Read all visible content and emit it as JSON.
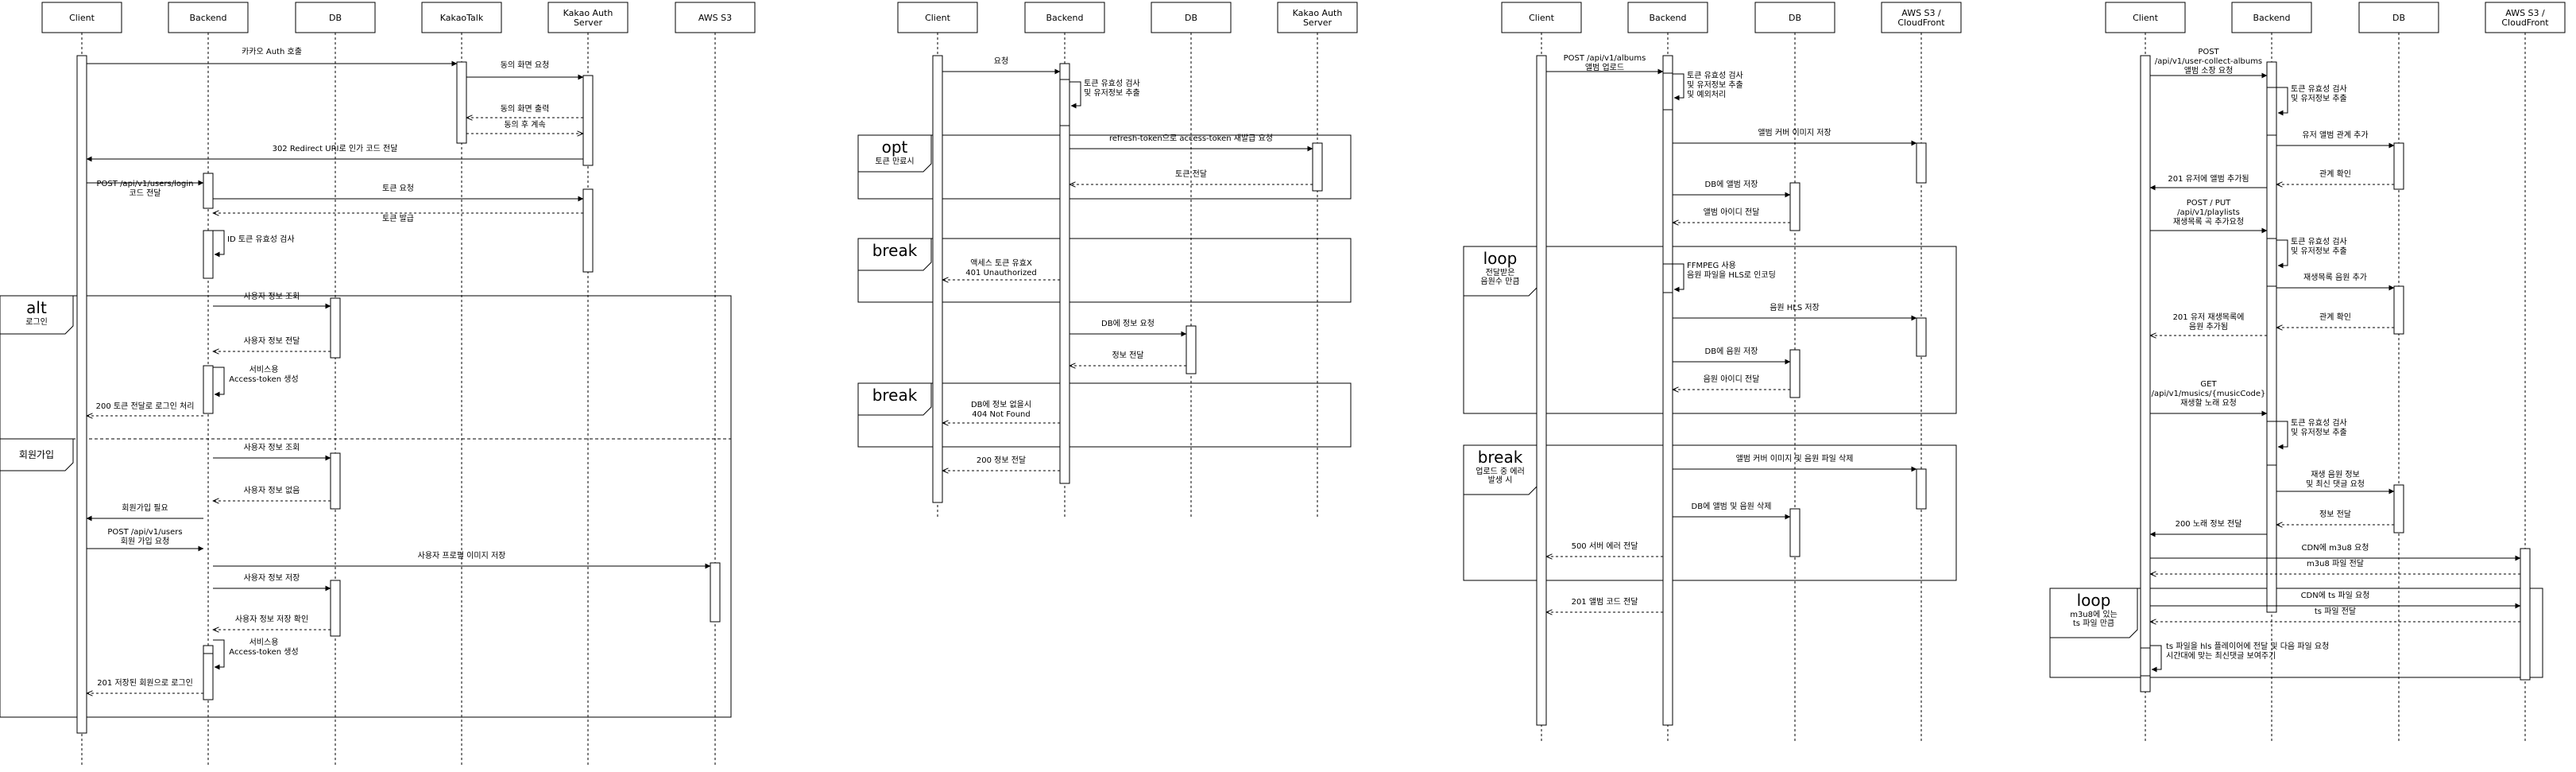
{
  "diagrams": [
    {
      "id": "login",
      "participants": [
        "Client",
        "Backend",
        "DB",
        "KakaoTalk",
        "Kakao Auth\nServer",
        "AWS S3"
      ],
      "messages": [
        {
          "text": "카카오 Auth 호출"
        },
        {
          "text": "동의 화면 요청"
        },
        {
          "text": "동의 화면 출력"
        },
        {
          "text": "동의 후 계속"
        },
        {
          "text": "302 Redirect URI로 인가 코드 전달"
        },
        {
          "text": "POST /api/v1/users/login\n코드 전달"
        },
        {
          "text": "토큰 요청"
        },
        {
          "text": "토큰 발급"
        },
        {
          "text": "ID 토큰 유효성 검사"
        },
        {
          "text": "사용자 정보 조회"
        },
        {
          "text": "사용자 정보 전달"
        },
        {
          "text": "서비스용\nAccess-token 생성"
        },
        {
          "text": "200 토큰 전달로 로그인 처리"
        },
        {
          "text": "사용자 정보 조회"
        },
        {
          "text": "사용자 정보 없음"
        },
        {
          "text": "회원가입 필요"
        },
        {
          "text": "POST /api/v1/users\n회원 가입 요청"
        },
        {
          "text": "사용자 프로필 이미지 저장"
        },
        {
          "text": "사용자 정보 저장"
        },
        {
          "text": "사용자 정보 저장 확인"
        },
        {
          "text": "서비스용\nAccess-token 생성"
        },
        {
          "text": "201 저장된 회원으로 로그인"
        }
      ],
      "fragments": [
        {
          "keyword": "alt",
          "condition": "로그인"
        },
        {
          "keyword": "",
          "condition": "회원가입"
        }
      ]
    },
    {
      "id": "token",
      "participants": [
        "Client",
        "Backend",
        "DB",
        "Kakao Auth\nServer"
      ],
      "messages": [
        {
          "text": "요청"
        },
        {
          "text": "토큰 유효성 검사\n및 유저정보 추출"
        },
        {
          "text": "refresh-token으로 access-token 재발급 요청"
        },
        {
          "text": "토큰 전달"
        },
        {
          "text": "액세스 토큰 유효X\n401 Unauthorized"
        },
        {
          "text": "DB에 정보 요청"
        },
        {
          "text": "정보 전달"
        },
        {
          "text": "DB에 정보 없을시\n404 Not Found"
        },
        {
          "text": "200 정보 전달"
        }
      ],
      "fragments": [
        {
          "keyword": "opt",
          "condition": "토큰 만료시"
        },
        {
          "keyword": "break",
          "condition": ""
        },
        {
          "keyword": "break",
          "condition": ""
        }
      ]
    },
    {
      "id": "album",
      "participants": [
        "Client",
        "Backend",
        "DB",
        "AWS S3 /\nCloudFront"
      ],
      "messages": [
        {
          "text": "POST /api/v1/albums\n앨범 업로드"
        },
        {
          "text": "토큰 유효성 검사\n및 유저정보 추출\n및 예외처리"
        },
        {
          "text": "앨범 커버 이미지 저장"
        },
        {
          "text": "DB에 앨범 저장"
        },
        {
          "text": "앨범 아이디 전달"
        },
        {
          "text": "FFMPEG 사용\n음원 파일을 HLS로 인코딩"
        },
        {
          "text": "음원 HLS 저장"
        },
        {
          "text": "DB에 음원 저장"
        },
        {
          "text": "음원 아이디 전달"
        },
        {
          "text": "앨범 커버 이미지 및 음원 파일 삭제"
        },
        {
          "text": "DB에 앨범 및 음원 삭제"
        },
        {
          "text": "500 서버 에러 전달"
        },
        {
          "text": "201 앨범 코드 전달"
        }
      ],
      "fragments": [
        {
          "keyword": "loop",
          "condition": "전달받은\n음원수 만큼"
        },
        {
          "keyword": "break",
          "condition": "업로드 중 에러\n발생 시"
        }
      ]
    },
    {
      "id": "music",
      "participants": [
        "Client",
        "Backend",
        "DB",
        "AWS S3 /\nCloudFront"
      ],
      "messages": [
        {
          "text": "POST\n/api/v1/user-collect-albums\n앨범 소장 요청"
        },
        {
          "text": "토큰 유효성 검사\n및 유저정보 추출"
        },
        {
          "text": "유저 앨범 관계 추가"
        },
        {
          "text": "관계 확인"
        },
        {
          "text": "201 유저에 앨범 추가됨"
        },
        {
          "text": "POST / PUT\n/api/v1/playlists\n재생목록 곡 추가요청"
        },
        {
          "text": "토큰 유효성 검사\n및 유저정보 추출"
        },
        {
          "text": "재생목록 음원 추가"
        },
        {
          "text": "관계 확인"
        },
        {
          "text": "201 유저 재생목록에\n음원 추가됨"
        },
        {
          "text": "GET\n/api/v1/musics/{musicCode}\n재생할 노래 요청"
        },
        {
          "text": "토큰 유효성 검사\n및 유저정보 추출"
        },
        {
          "text": "재생 음원 정보\n및 최신 댓글 요청"
        },
        {
          "text": "정보 전달"
        },
        {
          "text": "200 노래 정보 전달"
        },
        {
          "text": "CDN에 m3u8 요청"
        },
        {
          "text": "m3u8 파일 전달"
        },
        {
          "text": "CDN에 ts 파일 요청"
        },
        {
          "text": "ts 파일 전달"
        },
        {
          "text": "ts 파일을 hls 플레이어에 전달 및 다음 파일 요청\n시간대에 맞는 최신댓글 보여주기"
        }
      ],
      "fragments": [
        {
          "keyword": "loop",
          "condition": "m3u8에 있는\nts 파일 만큼"
        }
      ]
    }
  ]
}
